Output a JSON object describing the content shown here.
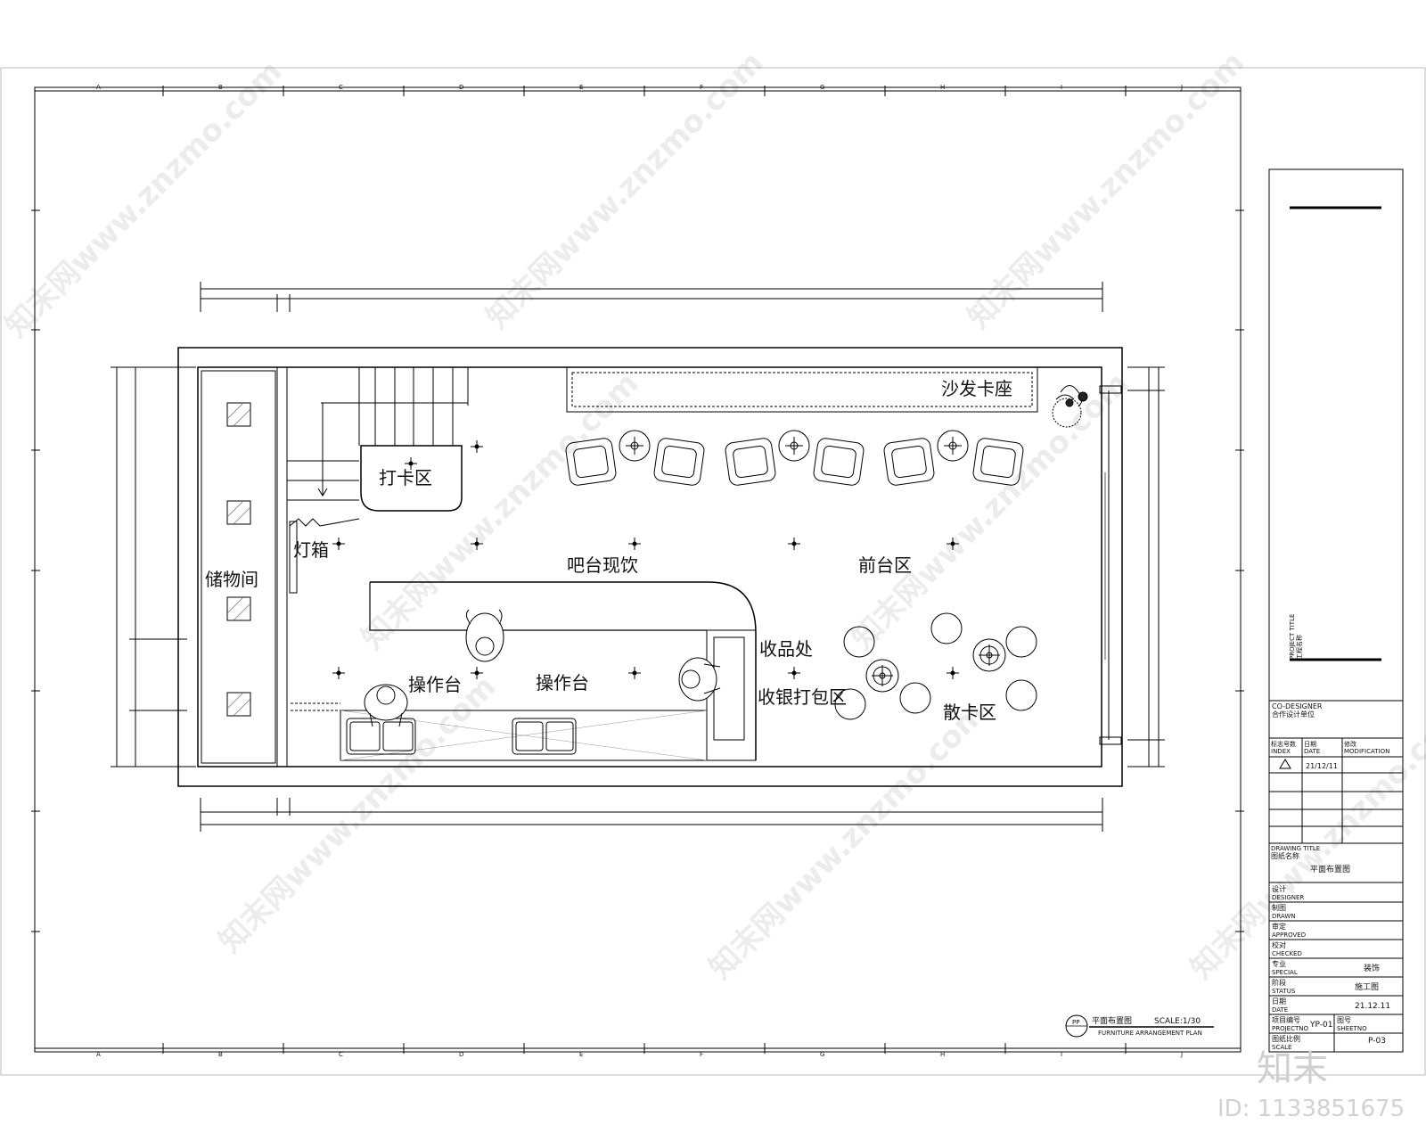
{
  "zones": {
    "storage": "储物间",
    "lightbox": "灯箱",
    "checkin": "打卡区",
    "bar_drinks": "吧台现饮",
    "front_desk": "前台区",
    "sofa": "沙发卡座",
    "pickup": "收品处",
    "cashier": "收银打包区",
    "work_left": "操作台",
    "work_right": "操作台",
    "loose_seating": "散卡区"
  },
  "grid_letters": [
    "A",
    "B",
    "C",
    "D",
    "E",
    "F",
    "G",
    "H",
    "I",
    "J"
  ],
  "title_block": {
    "project_title": "PROJECT TITLE",
    "project_name": "工程名称",
    "co_designer": "CO-DESIGNER",
    "co_designer_cn": "合作设计单位",
    "index_cn": "标志号数",
    "index": "INDEX",
    "date_cn": "日期",
    "date": "DATE",
    "modification_cn": "修改",
    "modification": "MODIFICATION",
    "revision_date": "21/12/11",
    "drawing_title": "DRAWING TITLE",
    "drawing_title_cn": "图纸名称",
    "drawing_name": "平面布置图",
    "designer_cn": "设计",
    "designer": "DESIGNER",
    "drawn_cn": "制图",
    "drawn": "DRAWN",
    "approved_cn": "审定",
    "approved": "APPROVED",
    "checked_cn": "校对",
    "checked": "CHECKED",
    "special_cn": "专业",
    "special": "SPECIAL",
    "special_value": "装饰",
    "status_cn": "阶段",
    "status": "STATUS",
    "status_value": "施工图",
    "date2_cn": "日期",
    "date2": "DATE",
    "date2_value": "21.12.11",
    "projectno_cn": "项目编号",
    "projectno": "PROJECTNO",
    "projectno_value": "YP-01",
    "sheetno_cn": "图号",
    "sheetno": "SHEETNO",
    "sheetno_value": "P-03",
    "scale_cn": "图纸比例",
    "scale": "SCALE"
  },
  "plan_title": {
    "marker": "PP",
    "title": "平面布置图",
    "scale": "SCALE:1/30",
    "subtitle": "FURNITURE ARRANGEMENT PLAN"
  },
  "watermark": "知末网www.znzmo.com",
  "logo_text": "知末",
  "image_id": "ID: 1133851675"
}
